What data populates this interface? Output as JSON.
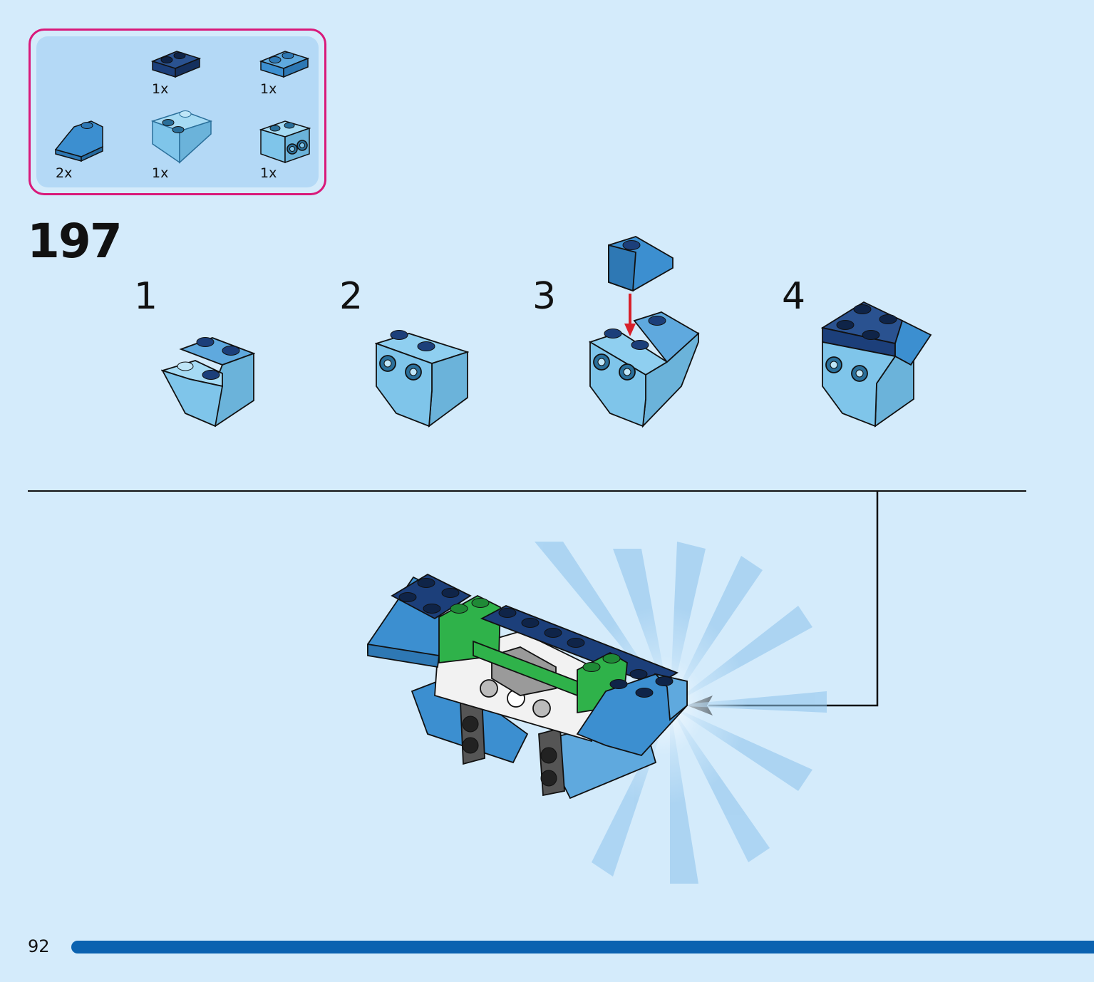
{
  "parts_list": {
    "items": [
      {
        "qty": "1x",
        "icon": "dark-blue-plate-1x2-icon"
      },
      {
        "qty": "1x",
        "icon": "medium-blue-plate-1x2-icon"
      },
      {
        "qty": "2x",
        "icon": "blue-slope-icon"
      },
      {
        "qty": "1x",
        "icon": "light-blue-inverted-slope-icon"
      },
      {
        "qty": "1x",
        "icon": "light-blue-brick-with-studs-icon"
      }
    ]
  },
  "step": {
    "number": "197",
    "substeps": [
      "1",
      "2",
      "3",
      "4"
    ]
  },
  "footer": {
    "page_number": "92",
    "progress": 1.0
  },
  "colors": {
    "background": "#d4ebfb",
    "parts_border": "#d9197a",
    "parts_fill": "#b4d9f6",
    "dark_blue": "#1c3f7a",
    "medium_blue": "#3c8fd0",
    "light_blue": "#7fc5ea",
    "green": "#2fb24a",
    "arrow_red": "#d8202a",
    "progress": "#0b62b0"
  }
}
